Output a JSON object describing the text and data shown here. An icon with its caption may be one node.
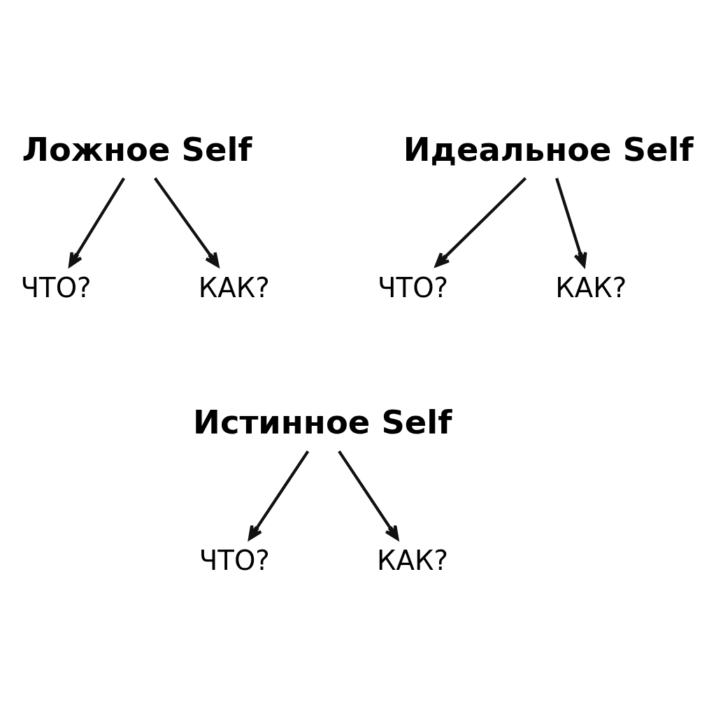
{
  "diagram": {
    "nodes": [
      {
        "text": [
          "Ложное Self"
        ]
      },
      {
        "text": [
          "ЧТО?"
        ]
      },
      {
        "text": [
          "КАК?"
        ]
      },
      {
        "text": [
          "Идеальное Self"
        ]
      },
      {
        "text": [
          "ЧТО?"
        ]
      },
      {
        "text": [
          "КАК?"
        ]
      },
      {
        "text": [
          "Истинное Self"
        ]
      },
      {
        "text": [
          "ЧТО?"
        ]
      },
      {
        "text": [
          "КАК?"
        ]
      }
    ],
    "edges": [
      {
        "from": 0,
        "to": 1,
        "arrow": "to"
      },
      {
        "from": 0,
        "to": 2,
        "arrow": "to"
      },
      {
        "from": 3,
        "to": 4,
        "arrow": "to"
      },
      {
        "from": 3,
        "to": 5,
        "arrow": "to"
      },
      {
        "from": 6,
        "to": 7,
        "arrow": "to"
      },
      {
        "from": 6,
        "to": 8,
        "arrow": "to"
      }
    ]
  }
}
